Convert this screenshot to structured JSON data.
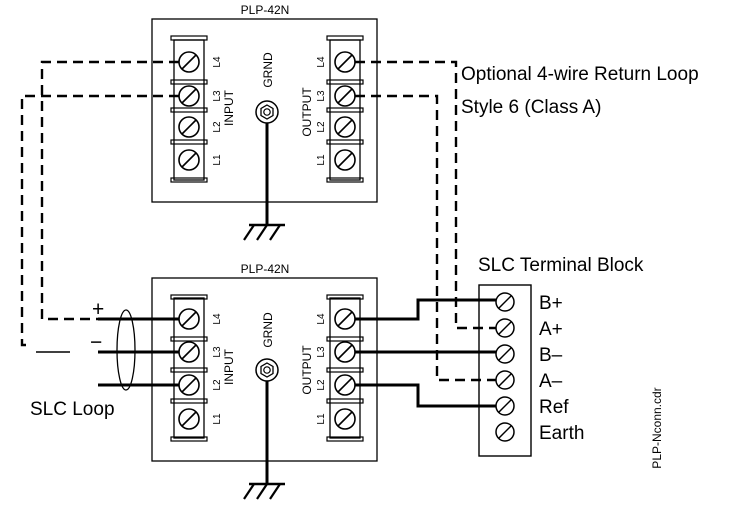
{
  "modules": [
    {
      "title": "PLP-42N",
      "input_label": "INPUT",
      "output_label": "OUTPUT",
      "ground_label": "GRND",
      "input_terminals": [
        "L4",
        "L3",
        "L2",
        "L1"
      ],
      "output_terminals": [
        "L4",
        "L3",
        "L2",
        "L1"
      ]
    },
    {
      "title": "PLP-42N",
      "input_label": "INPUT",
      "output_label": "OUTPUT",
      "ground_label": "GRND",
      "input_terminals": [
        "L4",
        "L3",
        "L2",
        "L1"
      ],
      "output_terminals": [
        "L4",
        "L3",
        "L2",
        "L1"
      ]
    }
  ],
  "annotations": {
    "return_loop_line1": "Optional 4-wire Return Loop",
    "return_loop_line2": "Style 6 (Class A)",
    "slc_terminal_block": "SLC Terminal Block",
    "slc_loop": "SLC Loop",
    "plus": "+",
    "minus": "−",
    "filename": "PLP-Nconn.cdr"
  },
  "slc_terminals": [
    "B+",
    "A+",
    "B–",
    "A–",
    "Ref",
    "Earth"
  ]
}
